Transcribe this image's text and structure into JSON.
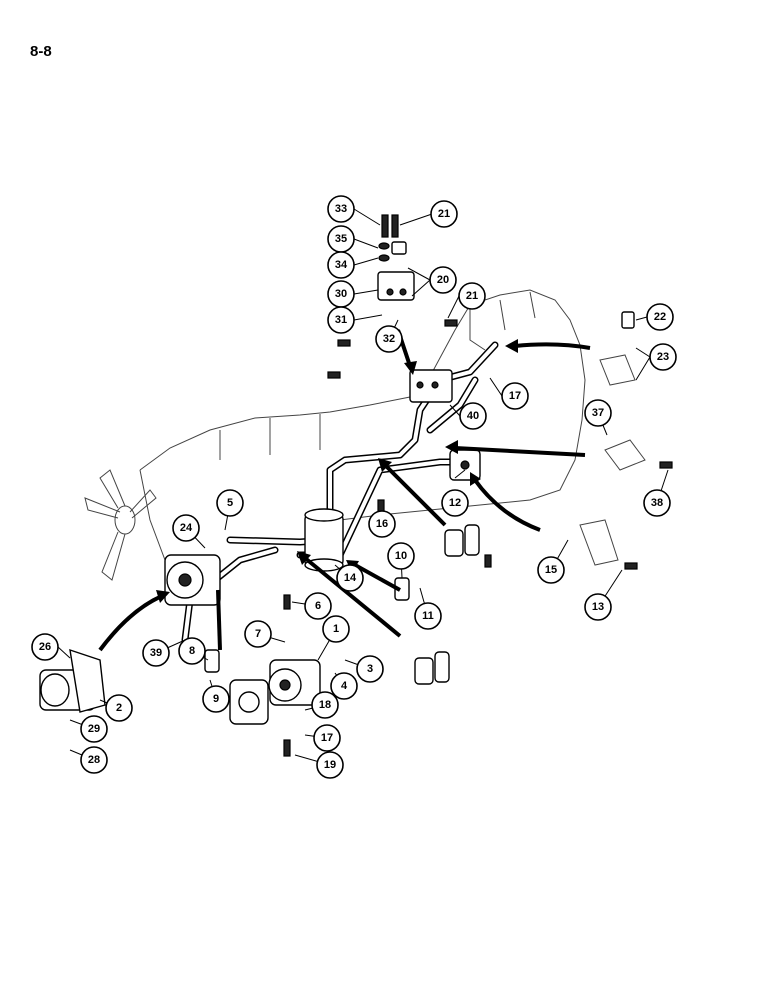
{
  "page_number": "8-8",
  "callouts": [
    {
      "label": "33"
    },
    {
      "label": "21"
    },
    {
      "label": "35"
    },
    {
      "label": "34"
    },
    {
      "label": "20"
    },
    {
      "label": "30"
    },
    {
      "label": "21"
    },
    {
      "label": "31"
    },
    {
      "label": "32"
    },
    {
      "label": "22"
    },
    {
      "label": "23"
    },
    {
      "label": "17"
    },
    {
      "label": "40"
    },
    {
      "label": "37"
    },
    {
      "label": "38"
    },
    {
      "label": "5"
    },
    {
      "label": "24"
    },
    {
      "label": "12"
    },
    {
      "label": "16"
    },
    {
      "label": "10"
    },
    {
      "label": "14"
    },
    {
      "label": "15"
    },
    {
      "label": "11"
    },
    {
      "label": "13"
    },
    {
      "label": "6"
    },
    {
      "label": "1"
    },
    {
      "label": "7"
    },
    {
      "label": "26"
    },
    {
      "label": "39"
    },
    {
      "label": "8"
    },
    {
      "label": "3"
    },
    {
      "label": "4"
    },
    {
      "label": "9"
    },
    {
      "label": "2"
    },
    {
      "label": "18"
    },
    {
      "label": "29"
    },
    {
      "label": "17"
    },
    {
      "label": "28"
    },
    {
      "label": "19"
    }
  ]
}
